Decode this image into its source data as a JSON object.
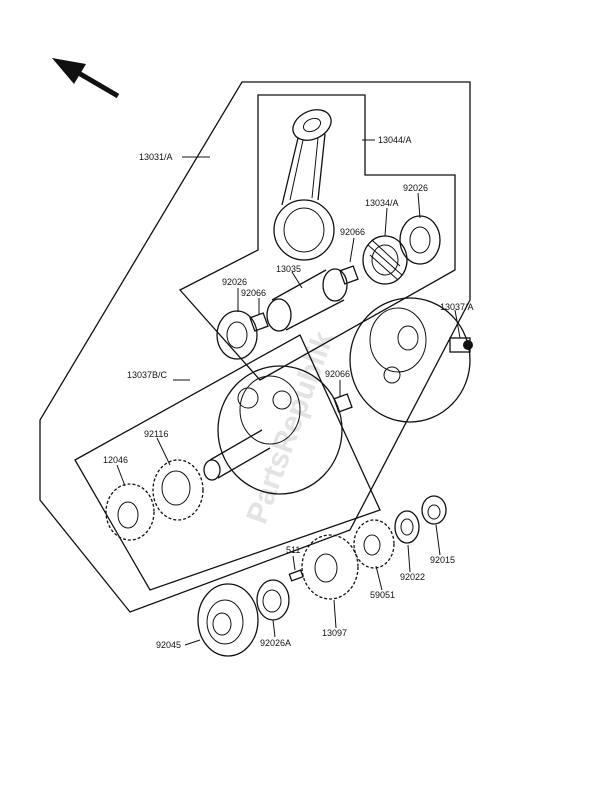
{
  "watermark": "PartsRepublik",
  "labels": {
    "l13031a": "13031/A",
    "l13044a": "13044/A",
    "l92026_top": "92026",
    "l13034a": "13034/A",
    "l92066_top": "92066",
    "l13035": "13035",
    "l92026_left": "92026",
    "l92066_left": "92066",
    "l13037a": "13037/A",
    "l13037bc": "13037B/C",
    "l92066_mid": "92066",
    "l92116": "92116",
    "l12046": "12046",
    "l511": "511",
    "l92015": "92015",
    "l92022": "92022",
    "l59051": "59051",
    "l13097": "13097",
    "l92045": "92045",
    "l92026a": "92026A"
  },
  "icons": {
    "direction_arrow": "arrow-up-left-icon"
  }
}
